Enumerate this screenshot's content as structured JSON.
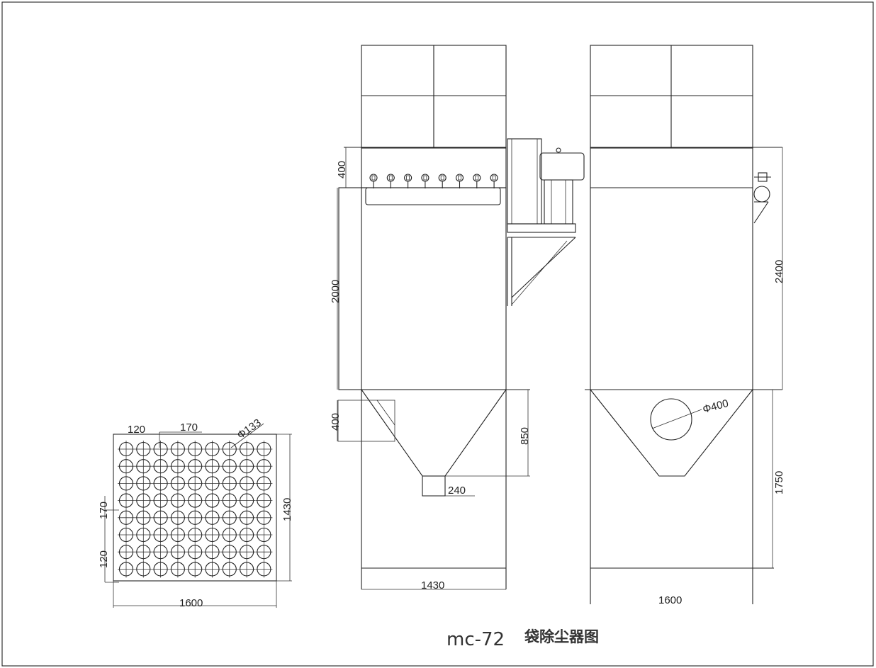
{
  "title": {
    "code": "mc-72",
    "name": "袋除尘器图"
  },
  "grid_plan": {
    "dims": {
      "spacing_h": "120",
      "pitch_h": "170",
      "diameter": "Φ133",
      "pitch_v": "170",
      "spacing_v": "120",
      "depth": "1430",
      "width": "1600"
    },
    "rows": 8,
    "cols": 9
  },
  "front_view": {
    "dims": {
      "top_height": "400",
      "body_height": "2000",
      "inlet_height": "400",
      "hopper_height": "850",
      "outlet_width": "240",
      "width": "1430"
    },
    "valve_count": 8
  },
  "side_view": {
    "dims": {
      "upper_height": "2400",
      "inlet_diameter": "Φ400",
      "lower_height": "1750",
      "width": "1600"
    }
  }
}
